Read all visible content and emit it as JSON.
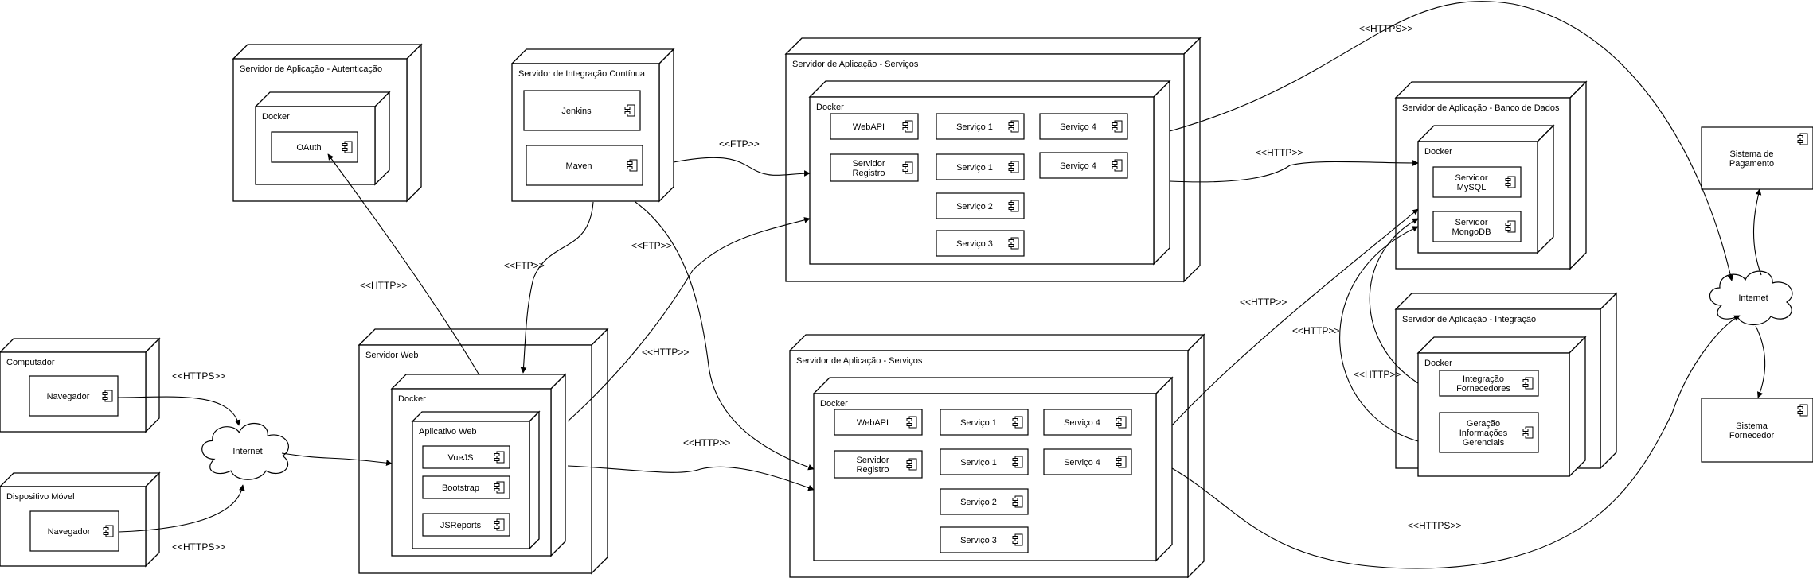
{
  "nodes": {
    "auth": {
      "title": "Servidor de Aplicação - Autenticação"
    },
    "auth_docker": {
      "title": "Docker"
    },
    "ci": {
      "title": "Servidor de Integração Contínua"
    },
    "svc1": {
      "title": "Servidor de Aplicação - Serviços"
    },
    "svc1_docker": {
      "title": "Docker"
    },
    "db": {
      "title": "Servidor de Aplicação - Banco de Dados"
    },
    "db_docker": {
      "title": "Docker"
    },
    "integ": {
      "title": "Servidor de Aplicação - Integração"
    },
    "integ_docker": {
      "title": "Docker"
    },
    "computador": {
      "title": "Computador"
    },
    "movel": {
      "title": "Dispositivo Móvel"
    },
    "web": {
      "title": "Servidor Web"
    },
    "web_docker": {
      "title": "Docker"
    },
    "web_app": {
      "title": "Aplicativo Web"
    },
    "svc2": {
      "title": "Servidor de Aplicação - Serviços"
    },
    "svc2_docker": {
      "title": "Docker"
    }
  },
  "components": {
    "oauth": "OAuth",
    "jenkins": "Jenkins",
    "maven": "Maven",
    "webapi": "WebAPI",
    "servidor_registro": [
      "Servidor",
      "Registro"
    ],
    "servico1": "Serviço 1",
    "servico2": "Serviço 2",
    "servico3": "Serviço 3",
    "servico4": "Serviço 4",
    "mysql": [
      "Servidor",
      "MySQL"
    ],
    "mongodb": [
      "Servidor",
      "MongoDB"
    ],
    "integracao_fornecedores": [
      "Integração",
      "Fornecedores"
    ],
    "geracao_info": [
      "Geração",
      "Informações",
      "Gerenciais"
    ],
    "navegador": "Navegador",
    "vuejs": "VueJS",
    "bootstrap": "Bootstrap",
    "jsreports": "JSReports",
    "sistema_pagamento": [
      "Sistema de",
      "Pagamento"
    ],
    "sistema_fornecedor": [
      "Sistema",
      "Fornecedor"
    ]
  },
  "clouds": {
    "internet_left": "Internet",
    "internet_right": "Internet"
  },
  "connection_labels": {
    "https": "<<HTTPS>>",
    "http": "<<HTTP>>",
    "ftp": "<<FTP>>"
  }
}
